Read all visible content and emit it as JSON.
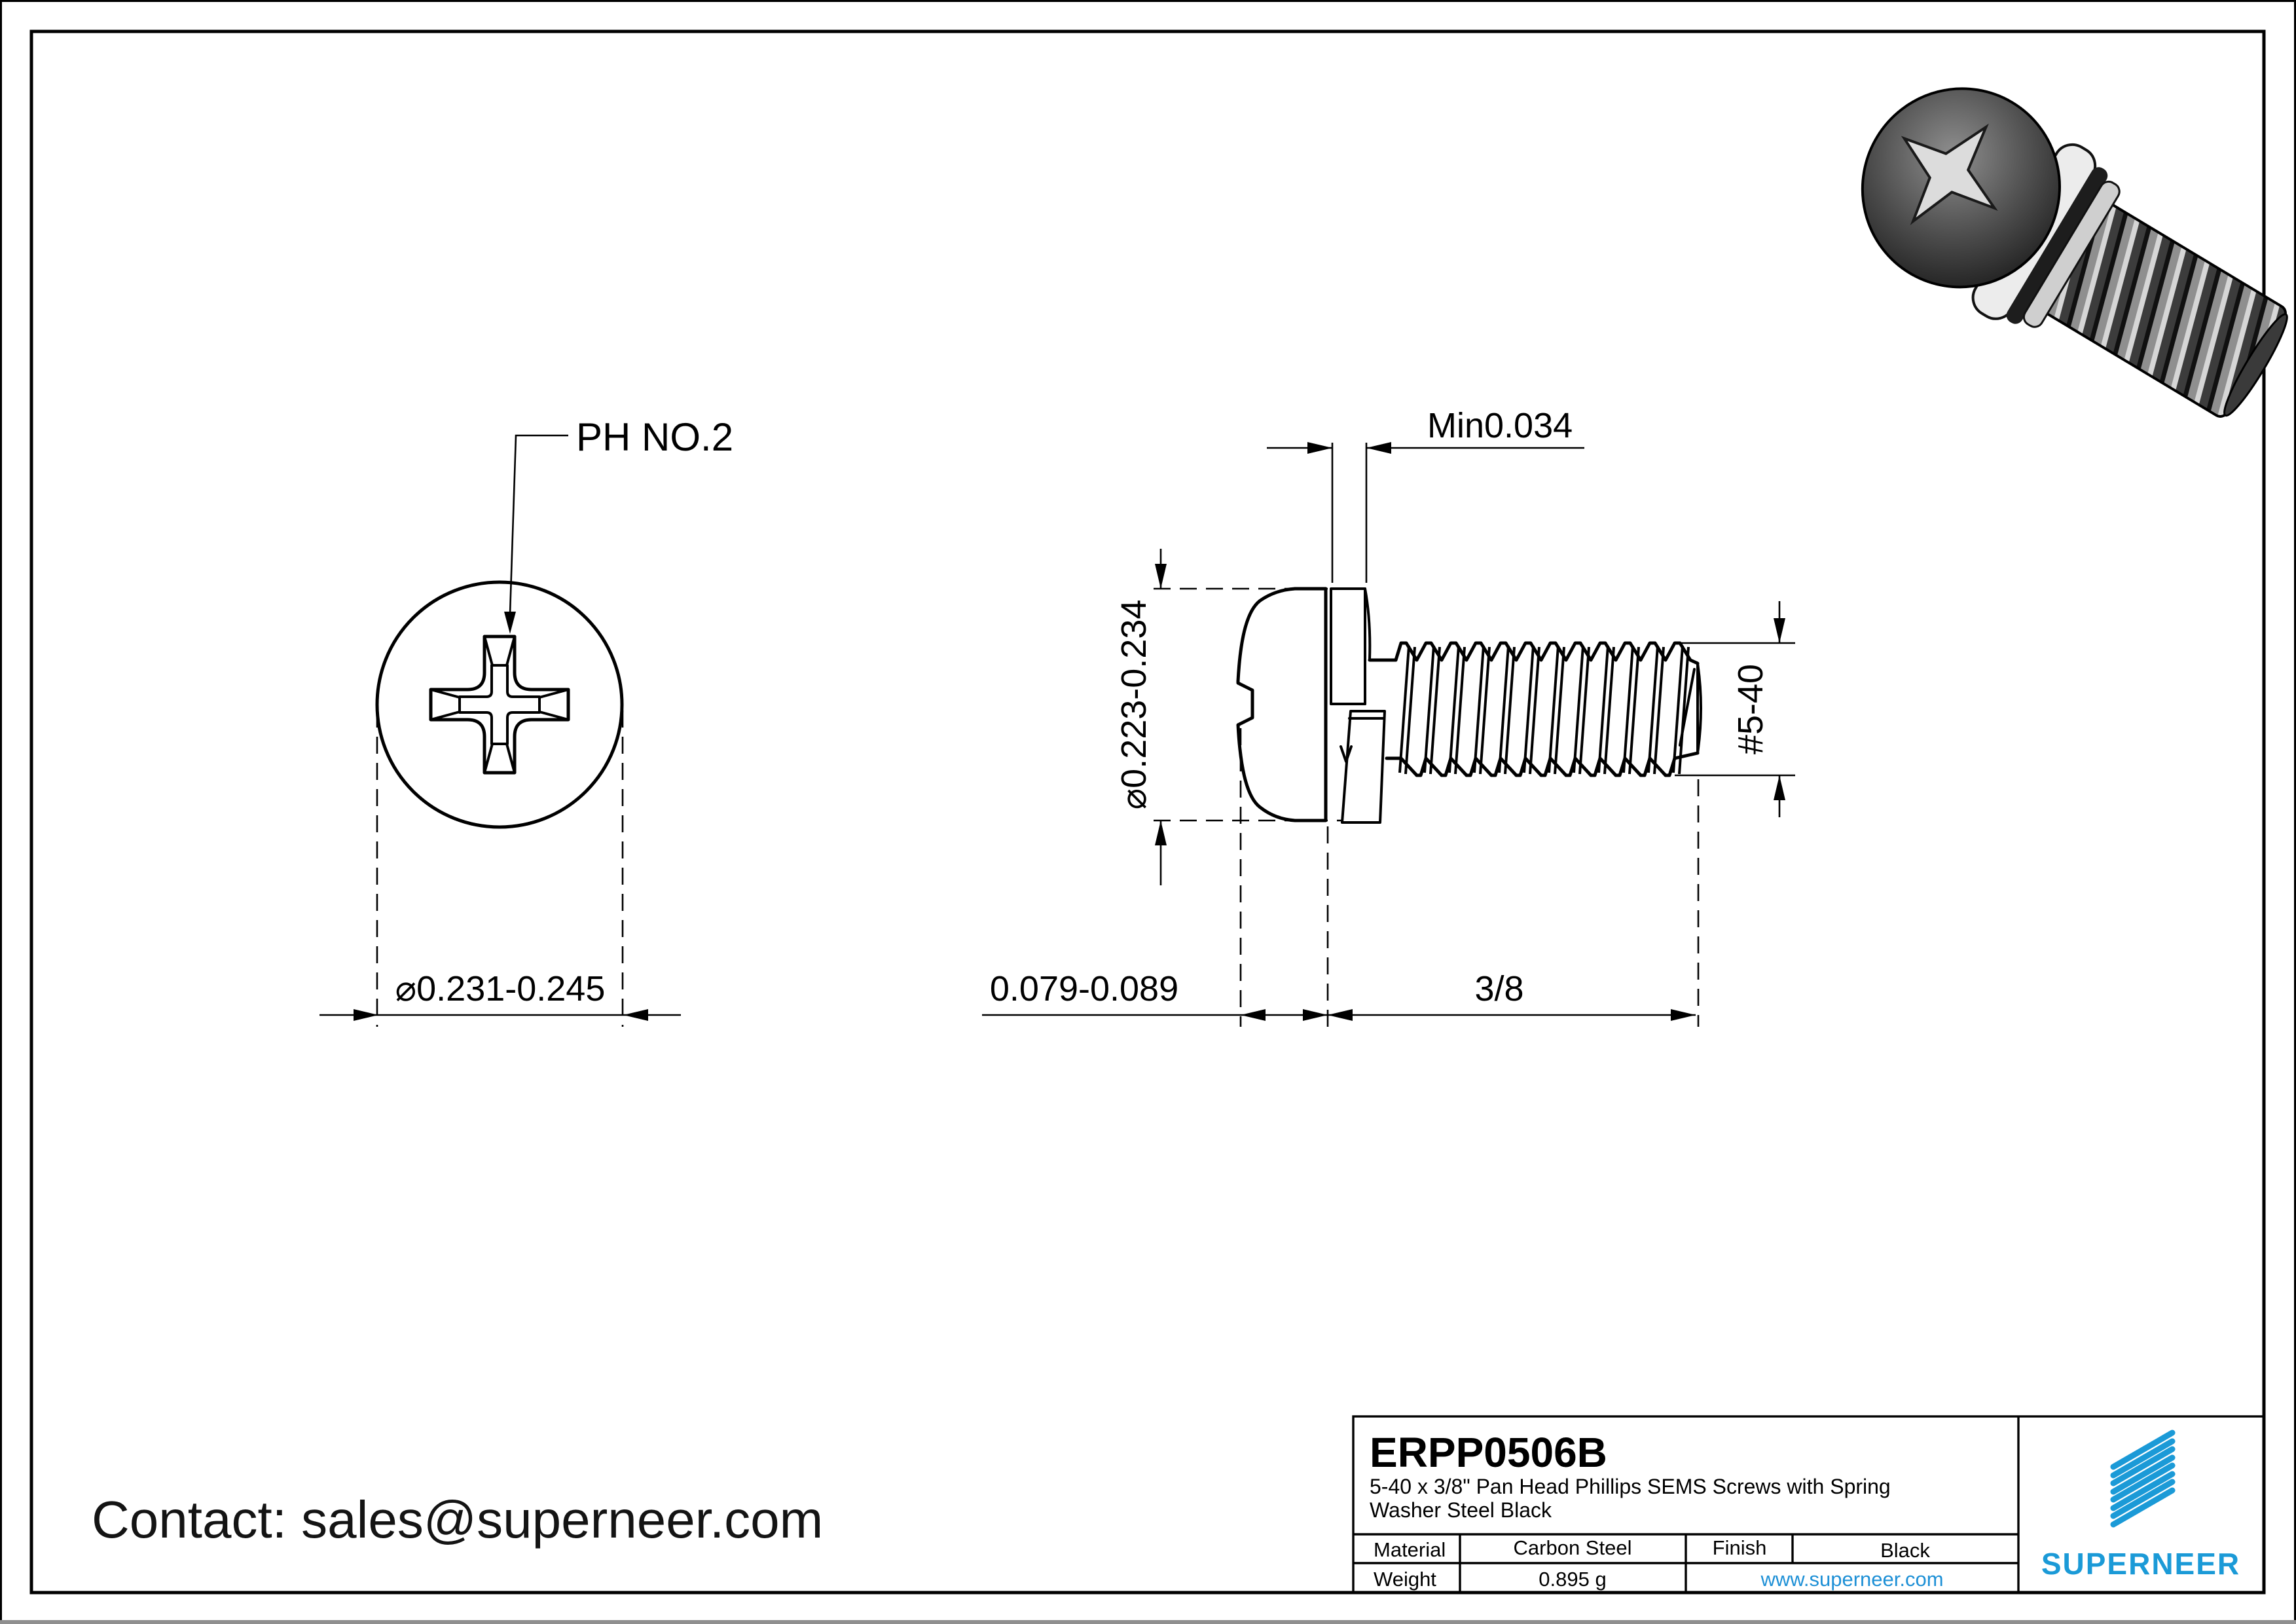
{
  "drawing": {
    "contact": "Contact: sales@superneer.com",
    "front_view": {
      "recess_label": "PH NO.2",
      "head_diameter": "⌀0.231-0.245"
    },
    "side_view": {
      "washer_thickness": "Min0.034",
      "head_diameter": "⌀0.223-0.234",
      "head_height": "0.079-0.089",
      "thread_length": "3/8",
      "thread_spec": "#5-40"
    }
  },
  "title_block": {
    "part_number": "ERPP0506B",
    "description_line1": "5-40 x 3/8\" Pan Head Phillips SEMS Screws with Spring",
    "description_line2": "Washer Steel Black",
    "material_label": "Material",
    "material_value": "Carbon Steel",
    "finish_label": "Finish",
    "finish_value": "Black",
    "weight_label": "Weight",
    "weight_value": "0.895 g",
    "website": "www.superneer.com",
    "brand": "SUPERNEER",
    "colors": {
      "brand_blue": "#1b9ad7",
      "link_blue": "#1e90d6",
      "line_black": "#000000"
    }
  }
}
